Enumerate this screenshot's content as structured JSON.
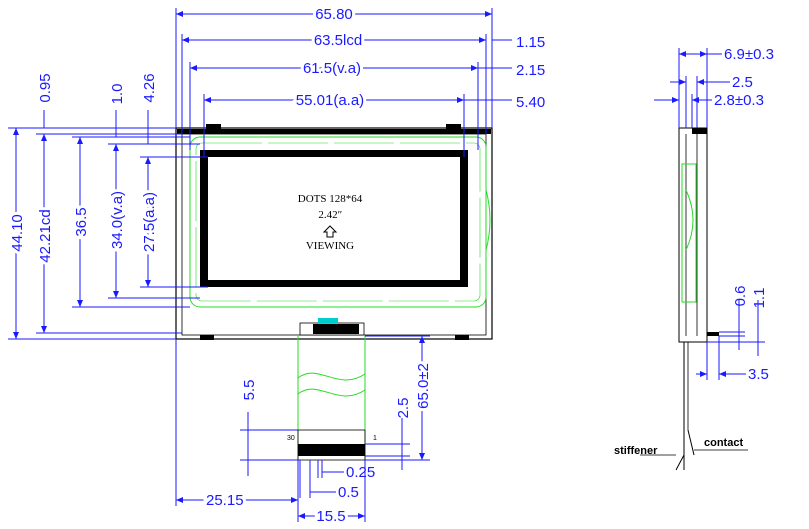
{
  "front_view": {
    "dim_top": {
      "outline_width": "65.80",
      "lcd_width": "63.5lcd",
      "va_width": "61.5(v.a)",
      "aa_width": "55.01(a.a)"
    },
    "dim_right": {
      "lcd_offset": "1.15",
      "va_offset": "2.15",
      "aa_offset": "5.40"
    },
    "dim_left": {
      "outline_height": "44.10",
      "lcd_height": "42.21cd",
      "dim_36_5": "36.5",
      "va_height": "34.0(v.a)",
      "aa_height": "27.5(a.a)",
      "top_offset_1": "0.95",
      "top_offset_2": "1.0",
      "top_offset_3": "4.26"
    },
    "lcd_text": {
      "dots": "DOTS 128*64",
      "size": "2.42ʺ",
      "viewing": "VIEWING"
    },
    "fpc": {
      "pin_first": "30",
      "pin_last": "1",
      "dim_5_5": "5.5",
      "dim_2_5": "2.5",
      "dim_length": "65.0±2",
      "dim_pitch": "0.25",
      "dim_pad": "0.5",
      "dim_offset": "25.15",
      "dim_width": "15.5"
    }
  },
  "side_view": {
    "dim_thickness": "6.9±0.3",
    "dim_2_5": "2.5",
    "dim_2_8": "2.8±0.3",
    "dim_0_6": "0.6",
    "dim_1_1": "1.1",
    "dim_3_5": "3.5",
    "stiffener_label": "stiffener",
    "contact_label": "contact"
  },
  "colors": {
    "dimension": "#1a1aff",
    "outline": "#000000",
    "light_guide": "#22dd22",
    "connector": "#00cccc"
  }
}
